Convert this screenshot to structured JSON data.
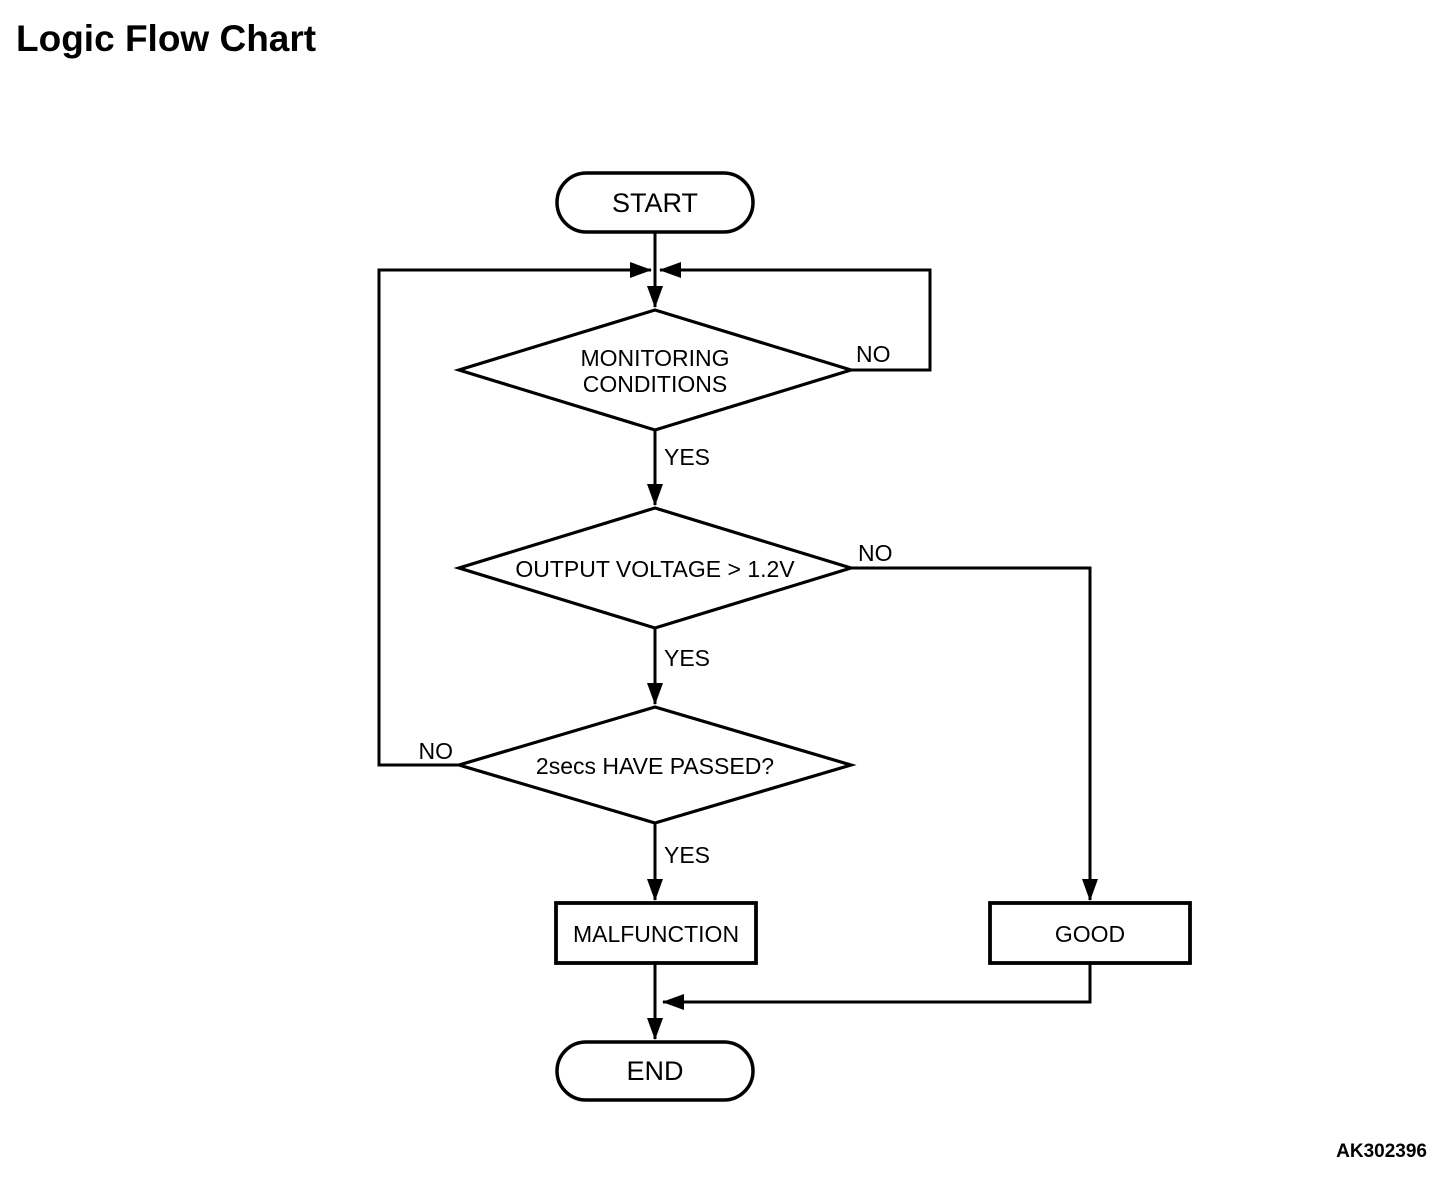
{
  "page": {
    "title": "Logic Flow Chart",
    "figure_code": "AK302396",
    "colors": {
      "line": "#000000",
      "background": "#ffffff",
      "text": "#000000"
    }
  },
  "flowchart": {
    "start": {
      "label": "START"
    },
    "decision_monitoring": {
      "label_line1": "MONITORING",
      "label_line2": "CONDITIONS",
      "no_label": "NO",
      "yes_label": "YES"
    },
    "decision_voltage": {
      "label": "OUTPUT VOLTAGE > 1.2V",
      "no_label": "NO",
      "yes_label": "YES"
    },
    "decision_timer": {
      "label": "2secs HAVE PASSED?",
      "no_label": "NO",
      "yes_label": "YES"
    },
    "malfunction": {
      "label": "MALFUNCTION"
    },
    "good": {
      "label": "GOOD"
    },
    "end": {
      "label": "END"
    }
  }
}
